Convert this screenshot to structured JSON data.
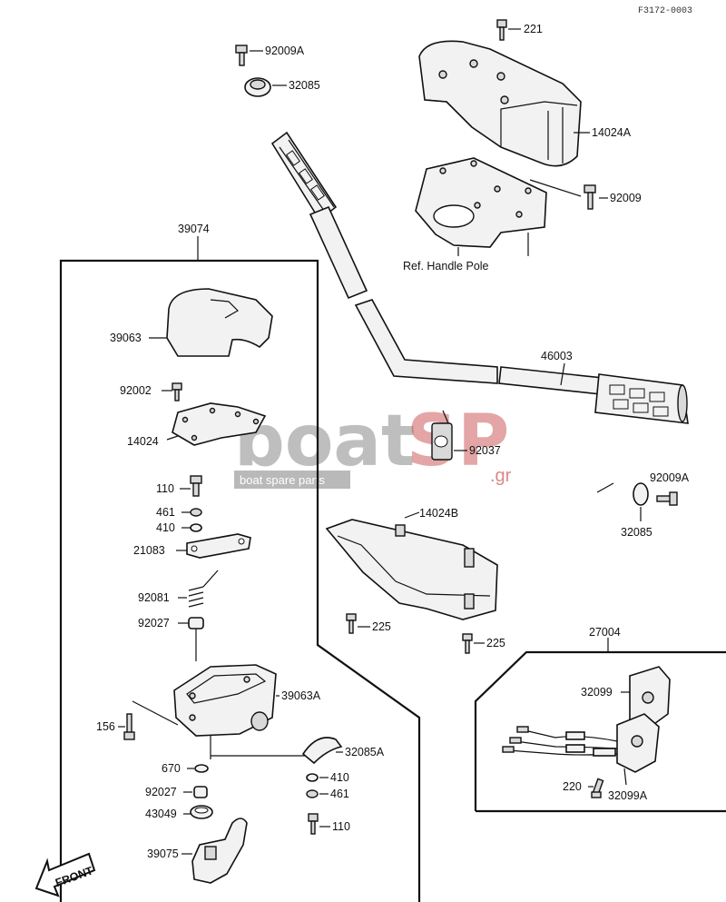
{
  "diagram_code": "F3172-0003",
  "frame_left_label": "39074",
  "frame_right_label": "27004",
  "front_badge": "FRONT",
  "ref_label": "Ref. Handle Pole",
  "watermark": {
    "word_grey": "boat",
    "word_red": "SP",
    "domain": ".gr",
    "tagline": "boat spare parts"
  },
  "labels": {
    "l221": "221",
    "l92009A_top": "92009A",
    "l32085_top": "32085",
    "l14024A": "14024A",
    "l92009": "92009",
    "l39063": "39063",
    "l92002": "92002",
    "l14024": "14024",
    "l46003": "46003",
    "l92037": "92037",
    "l110_top": "110",
    "l461_top": "461",
    "l410_top": "410",
    "l21083": "21083",
    "l92009A_right": "92009A",
    "l32085_right": "32085",
    "l14024B": "14024B",
    "l92081": "92081",
    "l92027_top": "92027",
    "l225_a": "225",
    "l225_b": "225",
    "l39063A": "39063A",
    "l156": "156",
    "l32099": "32099",
    "l32085A": "32085A",
    "l670": "670",
    "l410_bottom": "410",
    "l92027_bottom": "92027",
    "l461_bottom": "461",
    "l220": "220",
    "l32099A": "32099A",
    "l43049": "43049",
    "l110_bottom": "110",
    "l39075": "39075"
  }
}
